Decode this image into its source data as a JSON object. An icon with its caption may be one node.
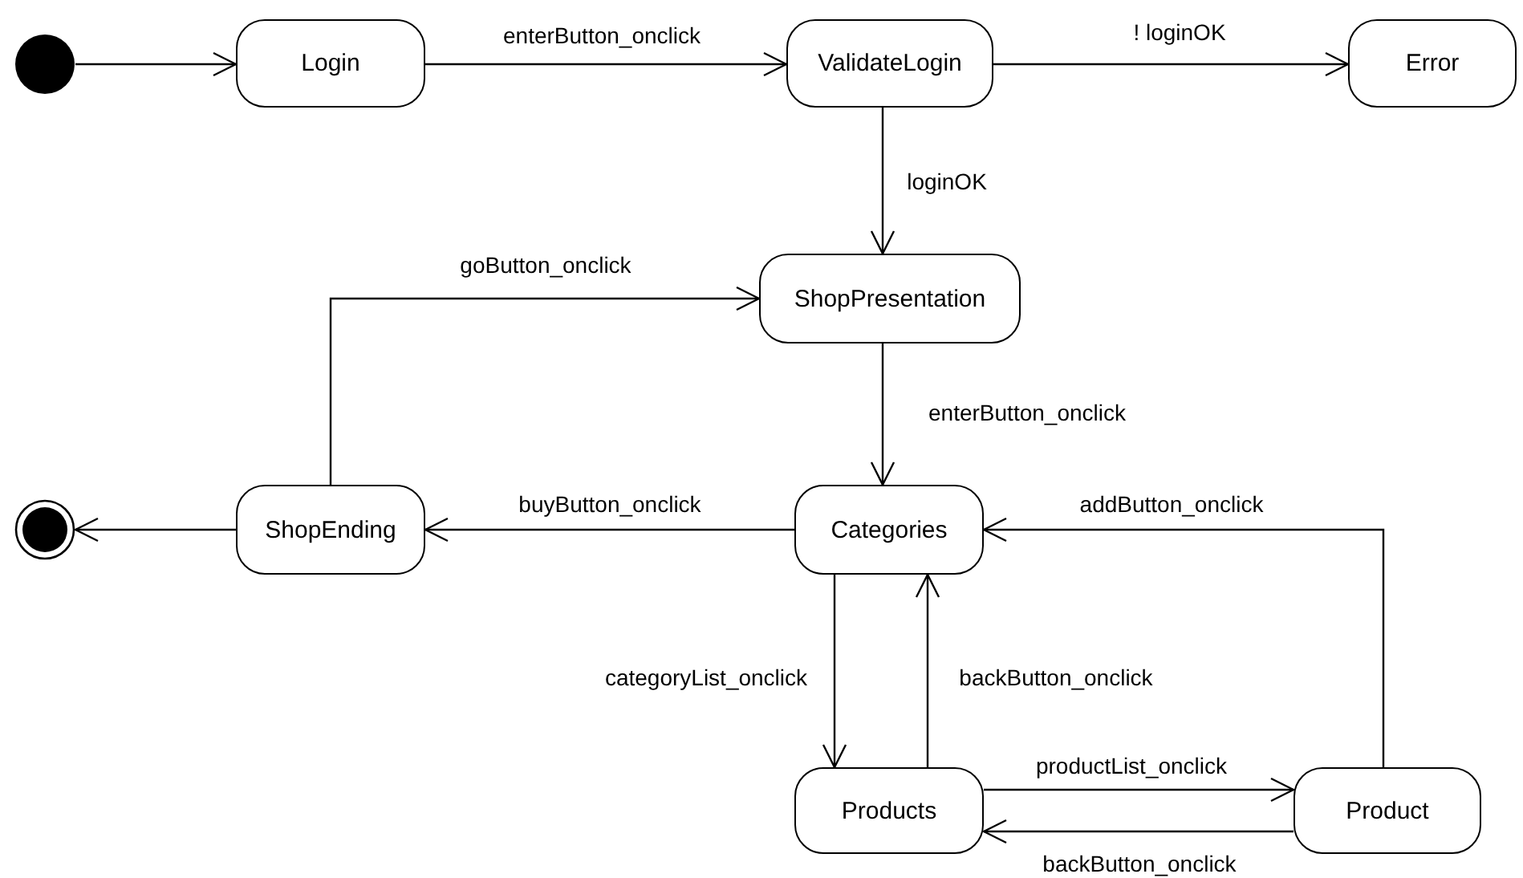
{
  "diagram": {
    "nodes": [
      {
        "text": [],
        "shape": "circle"
      },
      {
        "text": [
          "Login"
        ]
      },
      {
        "text": [
          "ValidateLogin"
        ]
      },
      {
        "text": [
          "Error"
        ]
      },
      {
        "text": [
          "ShopPresentation"
        ]
      },
      {
        "text": [],
        "shape": "circle"
      },
      {
        "text": [
          "ShopEnding"
        ]
      },
      {
        "text": [
          "Categories"
        ]
      },
      {
        "text": [
          "Products"
        ]
      },
      {
        "text": [
          "Product"
        ]
      }
    ],
    "edges": [
      {
        "from": 0,
        "to": 1,
        "arrow": "to"
      },
      {
        "from": 1,
        "to": 2,
        "arrow": "to",
        "label": "enterButton_onclick"
      },
      {
        "from": 2,
        "to": 3,
        "arrow": "to",
        "label": "! loginOK"
      },
      {
        "from": 2,
        "to": 4,
        "arrow": "to",
        "label": "loginOK"
      },
      {
        "from": 4,
        "to": 7,
        "arrow": "to",
        "label": "enterButton_onclick"
      },
      {
        "from": 7,
        "to": 6,
        "arrow": "to",
        "label": "buyButton_onclick"
      },
      {
        "from": 6,
        "to": 5,
        "arrow": "to"
      },
      {
        "from": 6,
        "to": 4,
        "arrow": "to",
        "label": "goButton_onclick"
      },
      {
        "from": 7,
        "to": 8,
        "arrow": "to",
        "label": "categoryList_onclick"
      },
      {
        "from": 8,
        "to": 7,
        "arrow": "to",
        "label": "backButton_onclick"
      },
      {
        "from": 8,
        "to": 9,
        "arrow": "to",
        "label": "productList_onclick"
      },
      {
        "from": 9,
        "to": 8,
        "arrow": "to",
        "label": "backButton_onclick"
      },
      {
        "from": 9,
        "to": 7,
        "arrow": "to",
        "label": "addButton_onclick"
      }
    ]
  }
}
